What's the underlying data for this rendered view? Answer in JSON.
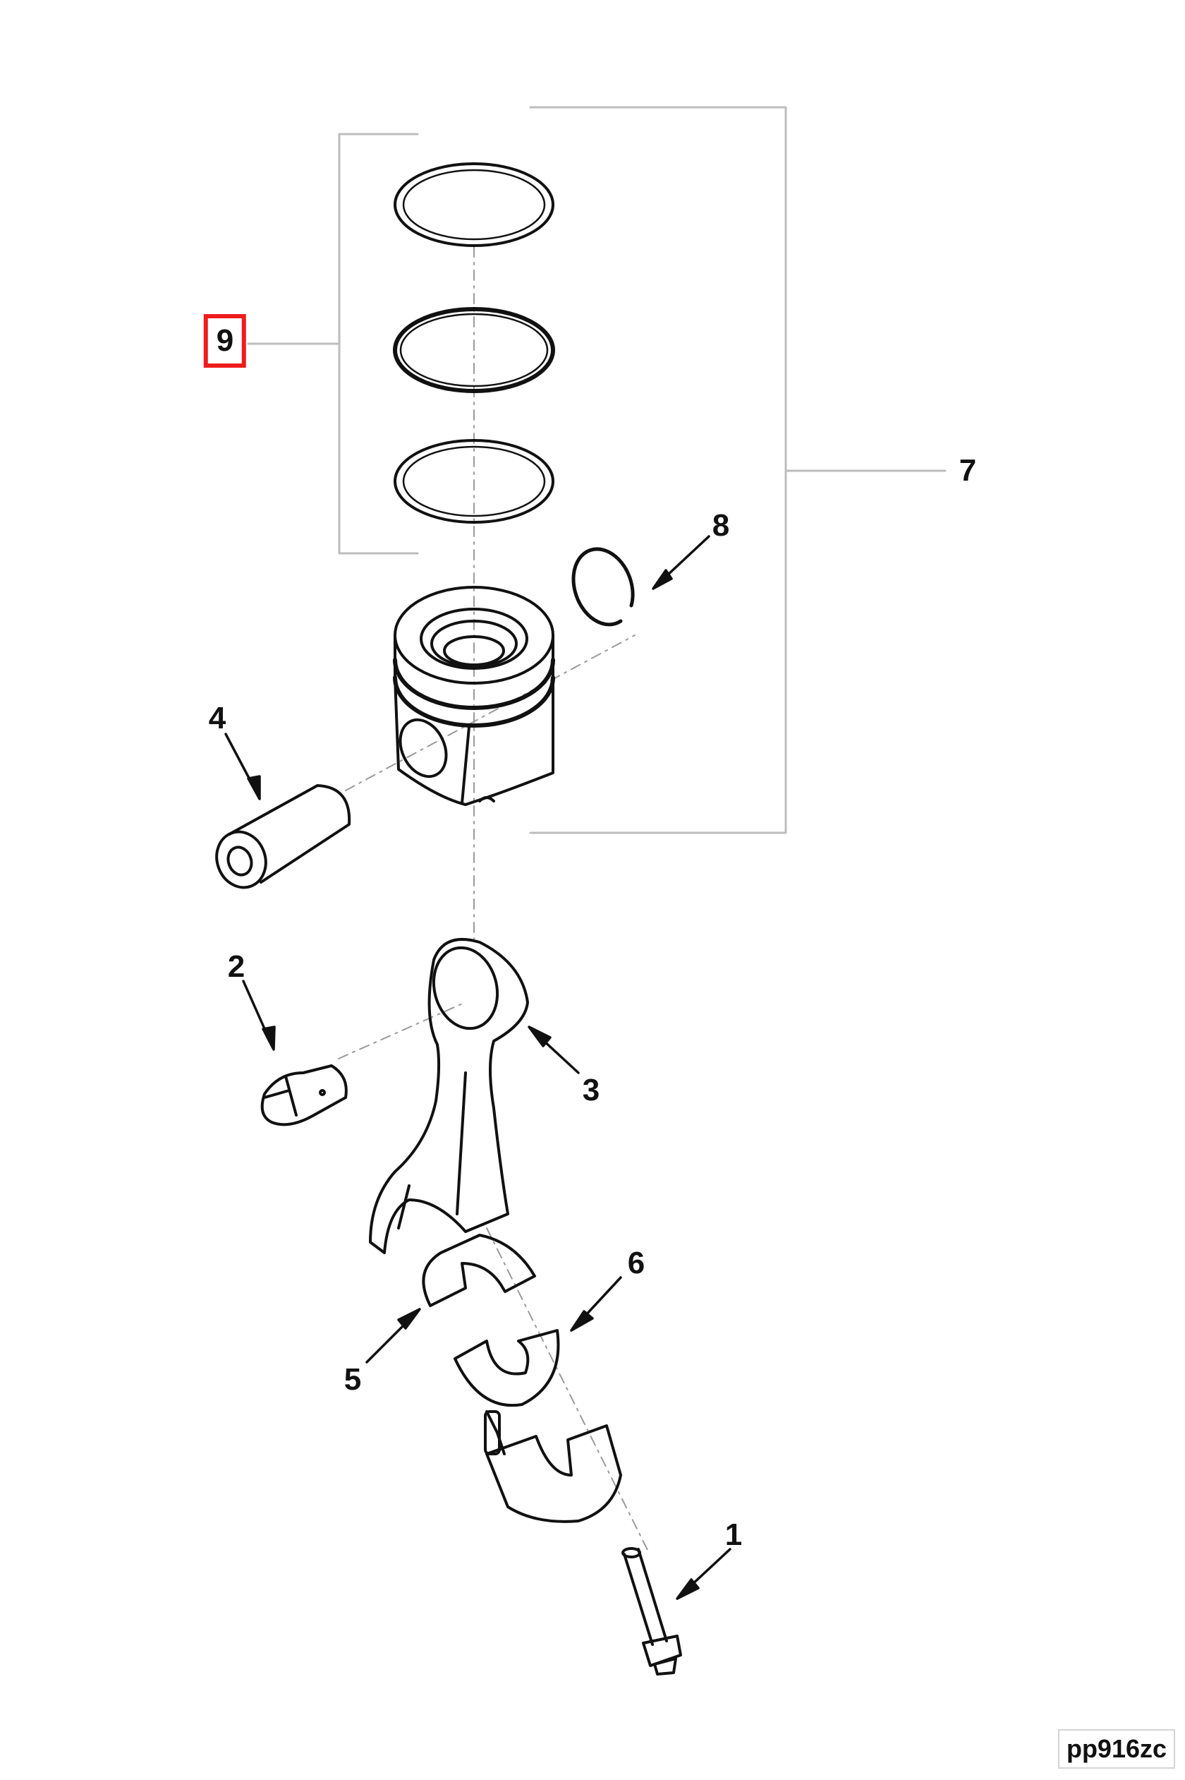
{
  "figure": {
    "type": "exploded-parts-diagram",
    "figure_id": "pp916zc",
    "highlight_color": "#ee1c1c"
  },
  "callouts": [
    {
      "number": "1",
      "part": "connecting-rod-bolt"
    },
    {
      "number": "2",
      "part": "connecting-rod-bushing"
    },
    {
      "number": "3",
      "part": "connecting-rod"
    },
    {
      "number": "4",
      "part": "piston-pin"
    },
    {
      "number": "5",
      "part": "upper-bearing-shell"
    },
    {
      "number": "6",
      "part": "lower-bearing-shell"
    },
    {
      "number": "7",
      "part": "piston-assembly"
    },
    {
      "number": "8",
      "part": "snap-ring"
    },
    {
      "number": "9",
      "part": "piston-ring-set",
      "highlighted": true
    }
  ]
}
